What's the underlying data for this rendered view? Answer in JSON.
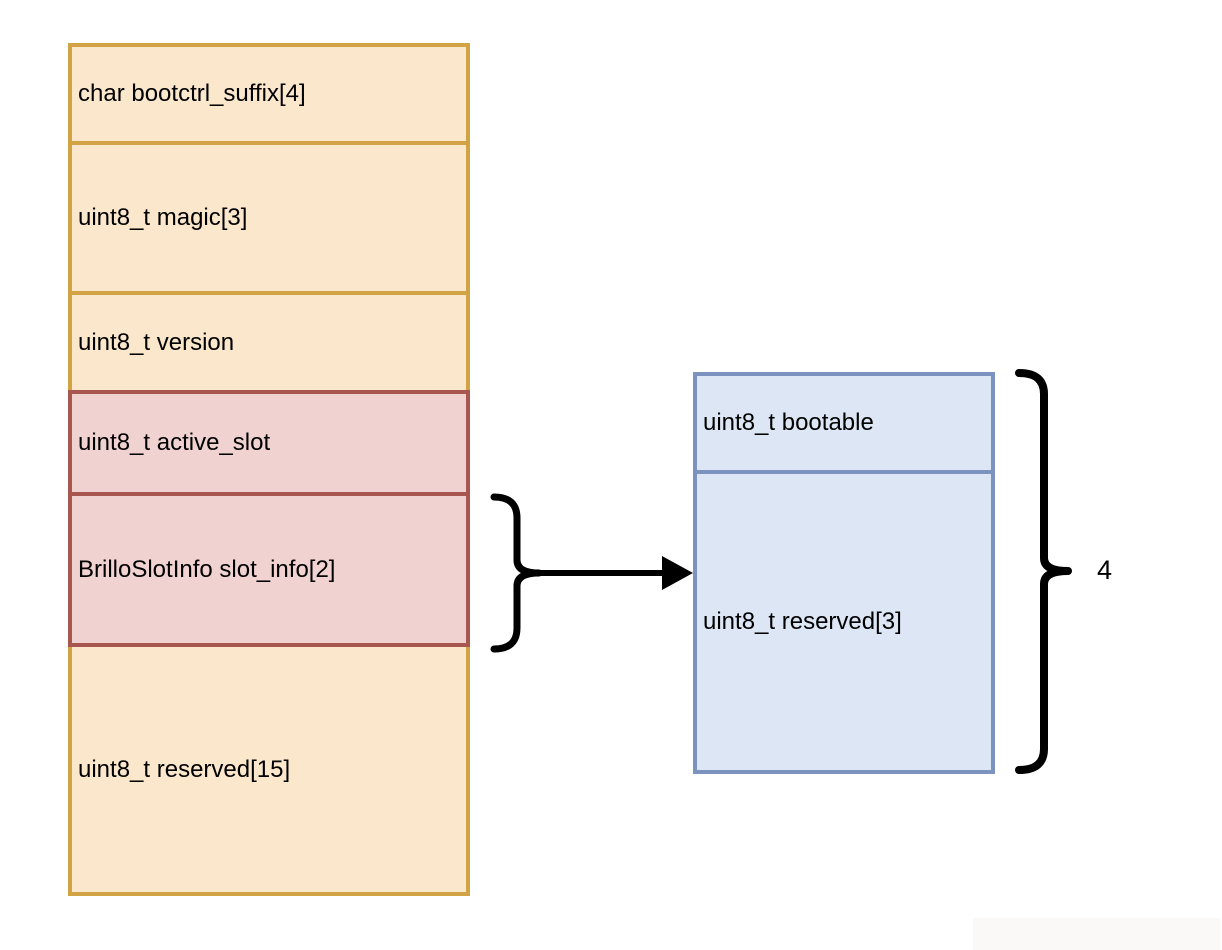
{
  "diagram": {
    "title_hint": "BrilloBootControl struct layout",
    "left_struct": {
      "rows": [
        {
          "label": "char bootctrl_suffix[4]",
          "highlight": false
        },
        {
          "label": "uint8_t magic[3]",
          "highlight": false
        },
        {
          "label": "uint8_t version",
          "highlight": false
        },
        {
          "label": "uint8_t active_slot",
          "highlight": true
        },
        {
          "label": "BrilloSlotInfo slot_info[2]",
          "highlight": true
        },
        {
          "label": "uint8_t reserved[15]",
          "highlight": false
        }
      ]
    },
    "right_struct": {
      "rows": [
        {
          "label": "uint8_t bootable"
        },
        {
          "label": "uint8_t reserved[3]"
        }
      ]
    },
    "annotation": {
      "count_label": "4"
    },
    "colors": {
      "field_fill": "#fae7cc",
      "field_border": "#d2a344",
      "highlight_fill": "#f0d2d0",
      "highlight_border": "#a85650",
      "detail_fill": "#dde6f5",
      "detail_border": "#7b93be",
      "connector": "#000000",
      "background": "#ffffff"
    }
  }
}
